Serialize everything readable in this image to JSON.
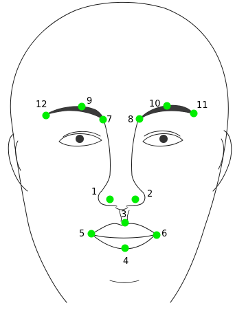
{
  "diagram": {
    "landmark_color": "#00ee00",
    "landmarks": [
      {
        "id": "1",
        "label": "1"
      },
      {
        "id": "2",
        "label": "2"
      },
      {
        "id": "3",
        "label": "3"
      },
      {
        "id": "4",
        "label": "4"
      },
      {
        "id": "5",
        "label": "5"
      },
      {
        "id": "6",
        "label": "6"
      },
      {
        "id": "7",
        "label": "7"
      },
      {
        "id": "8",
        "label": "8"
      },
      {
        "id": "9",
        "label": "9"
      },
      {
        "id": "10",
        "label": "10"
      },
      {
        "id": "11",
        "label": "11"
      },
      {
        "id": "12",
        "label": "12"
      }
    ]
  }
}
